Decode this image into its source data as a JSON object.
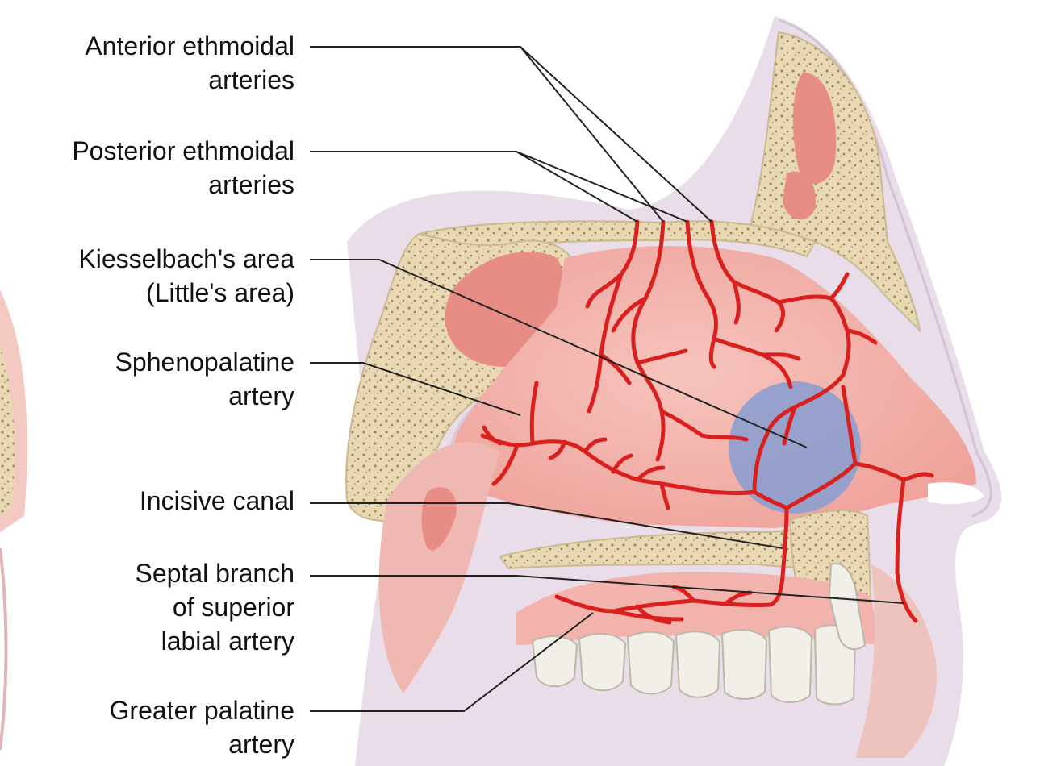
{
  "labels": {
    "anterior_ethmoidal": [
      "Anterior ethmoidal",
      "arteries"
    ],
    "posterior_ethmoidal": [
      "Posterior ethmoidal",
      "arteries"
    ],
    "kiesselbach": [
      "Kiesselbach's area",
      "(Little's area)"
    ],
    "sphenopalatine": [
      "Sphenopalatine",
      "artery"
    ],
    "incisive_canal": [
      "Incisive canal"
    ],
    "septal_branch": [
      "Septal branch",
      "of superior",
      "labial artery"
    ],
    "greater_palatine": [
      "Greater palatine",
      "artery"
    ]
  },
  "colors": {
    "artery": "#d9201e",
    "mucosa": "#f2b3ac",
    "mucosa_light": "#f7cfc8",
    "bone": "#e6d5b0",
    "bone_dots": "#a8885a",
    "sinus": "#e88d86",
    "skin_edge": "#d8c8d6",
    "kiesselbach_area": "#8d9fcf",
    "tooth": "#f1efe8",
    "leader_line": "#222222"
  }
}
